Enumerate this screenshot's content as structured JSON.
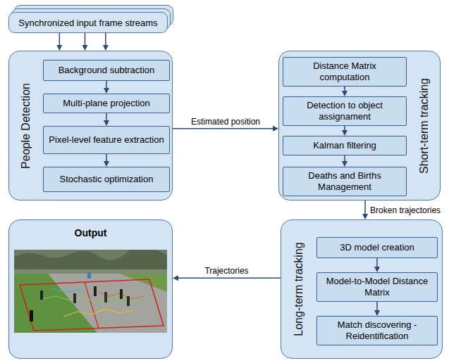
{
  "diagram": {
    "nodes": [
      {
        "text": [
          "Synchronized input frame streams"
        ]
      },
      {
        "text": [
          "People Detection"
        ]
      },
      {
        "text": [
          "Background subtraction"
        ],
        "in": 1
      },
      {
        "text": [
          "Multi-plane projection"
        ],
        "in": 1
      },
      {
        "text": [
          "Pixel-level feature extraction"
        ],
        "in": 1
      },
      {
        "text": [
          "Stochastic optimization"
        ],
        "in": 1
      },
      {
        "text": [
          "Short-term tracking"
        ]
      },
      {
        "text": [
          "Distance Matrix computation"
        ],
        "in": 6
      },
      {
        "text": [
          "Detection to object assignament"
        ],
        "in": 6
      },
      {
        "text": [
          "Kalman filtering"
        ],
        "in": 6
      },
      {
        "text": [
          "Deaths and Births Management"
        ],
        "in": 6
      },
      {
        "text": [
          "Output"
        ]
      },
      {
        "text": [
          "Long-term tracking"
        ]
      },
      {
        "text": [
          "3D model creation"
        ],
        "in": 12
      },
      {
        "text": [
          "Model-to-Model Distance Matrix"
        ],
        "in": 12
      },
      {
        "text": [
          "Match discovering - Reidentification"
        ],
        "in": 12
      }
    ],
    "edges": [
      {
        "from": 0,
        "to": 1,
        "arrow": "to"
      },
      {
        "from": 0,
        "to": 1,
        "arrow": "to"
      },
      {
        "from": 0,
        "to": 1,
        "arrow": "to"
      },
      {
        "from": 1,
        "to": 6,
        "label": "Estimated position",
        "arrow": "to"
      },
      {
        "from": 2,
        "to": 3,
        "arrow": "to"
      },
      {
        "from": 3,
        "to": 4,
        "arrow": "to"
      },
      {
        "from": 4,
        "to": 5,
        "arrow": "to"
      },
      {
        "from": 6,
        "to": 12,
        "label": "Broken trajectories",
        "arrow": "to"
      },
      {
        "from": 7,
        "to": 8,
        "arrow": "to"
      },
      {
        "from": 8,
        "to": 9,
        "arrow": "to"
      },
      {
        "from": 9,
        "to": 10,
        "arrow": "to"
      },
      {
        "from": 12,
        "to": 11,
        "label": "Trajectories",
        "arrow": "to"
      },
      {
        "from": 13,
        "to": 14,
        "arrow": "to"
      },
      {
        "from": 14,
        "to": 15,
        "arrow": "to"
      }
    ]
  }
}
